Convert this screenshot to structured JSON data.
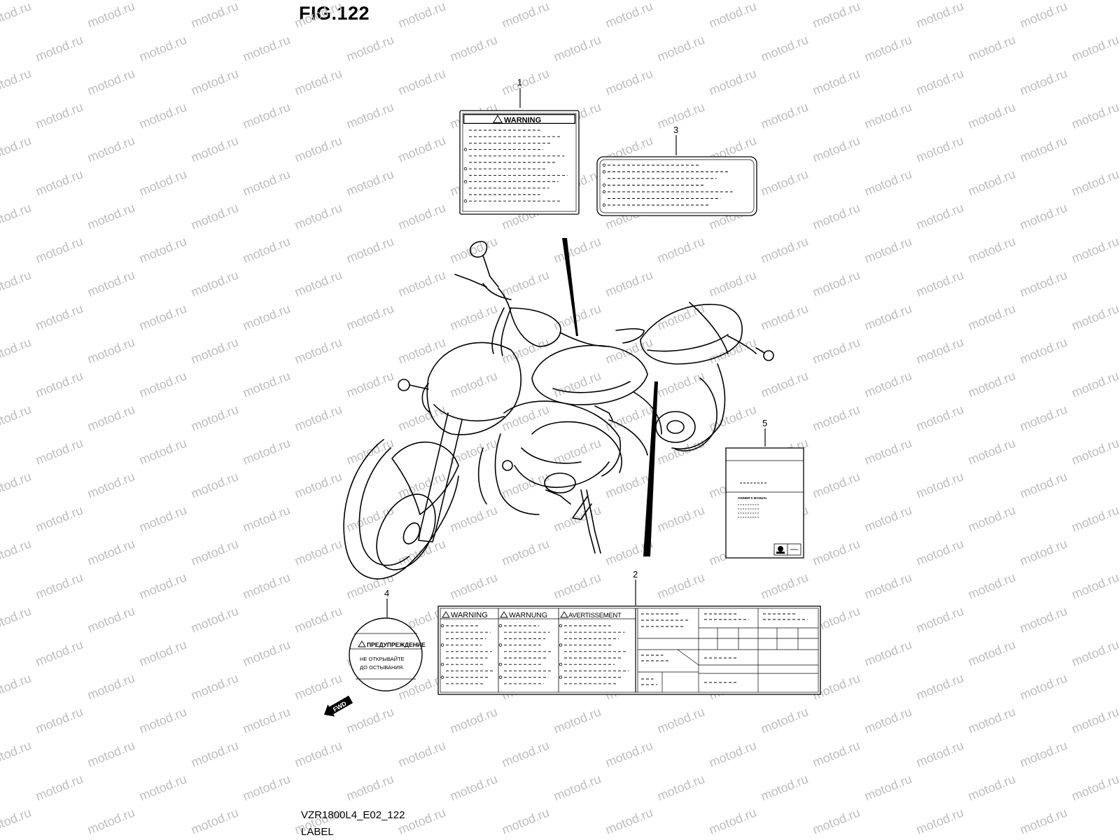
{
  "figure": {
    "title": "FIG.122",
    "model_code": "VZR1800L4_E02_122",
    "section": "LABEL",
    "watermark": "motod.ru",
    "forward_marker": "FWD"
  },
  "callouts": [
    "1",
    "2",
    "3",
    "4",
    "5"
  ],
  "labels": {
    "warning_label": {
      "heading": "WARNING"
    },
    "multilang_label": {
      "headings": [
        "WARNING",
        "WARNUNG",
        "AVERTISSEMENT"
      ]
    },
    "russian_cap_label": {
      "heading": "ПРЕДУПРЕЖДЕНИЕ",
      "line1": "НЕ ОТКРЫВАЙТЕ",
      "line2": "ДО ОСТЫВАНИЯ."
    },
    "manual": {
      "title": "OWNER'S MANUAL"
    }
  },
  "colors": {
    "line": "#000000",
    "watermark": "#bdbdbd",
    "background": "#ffffff"
  }
}
